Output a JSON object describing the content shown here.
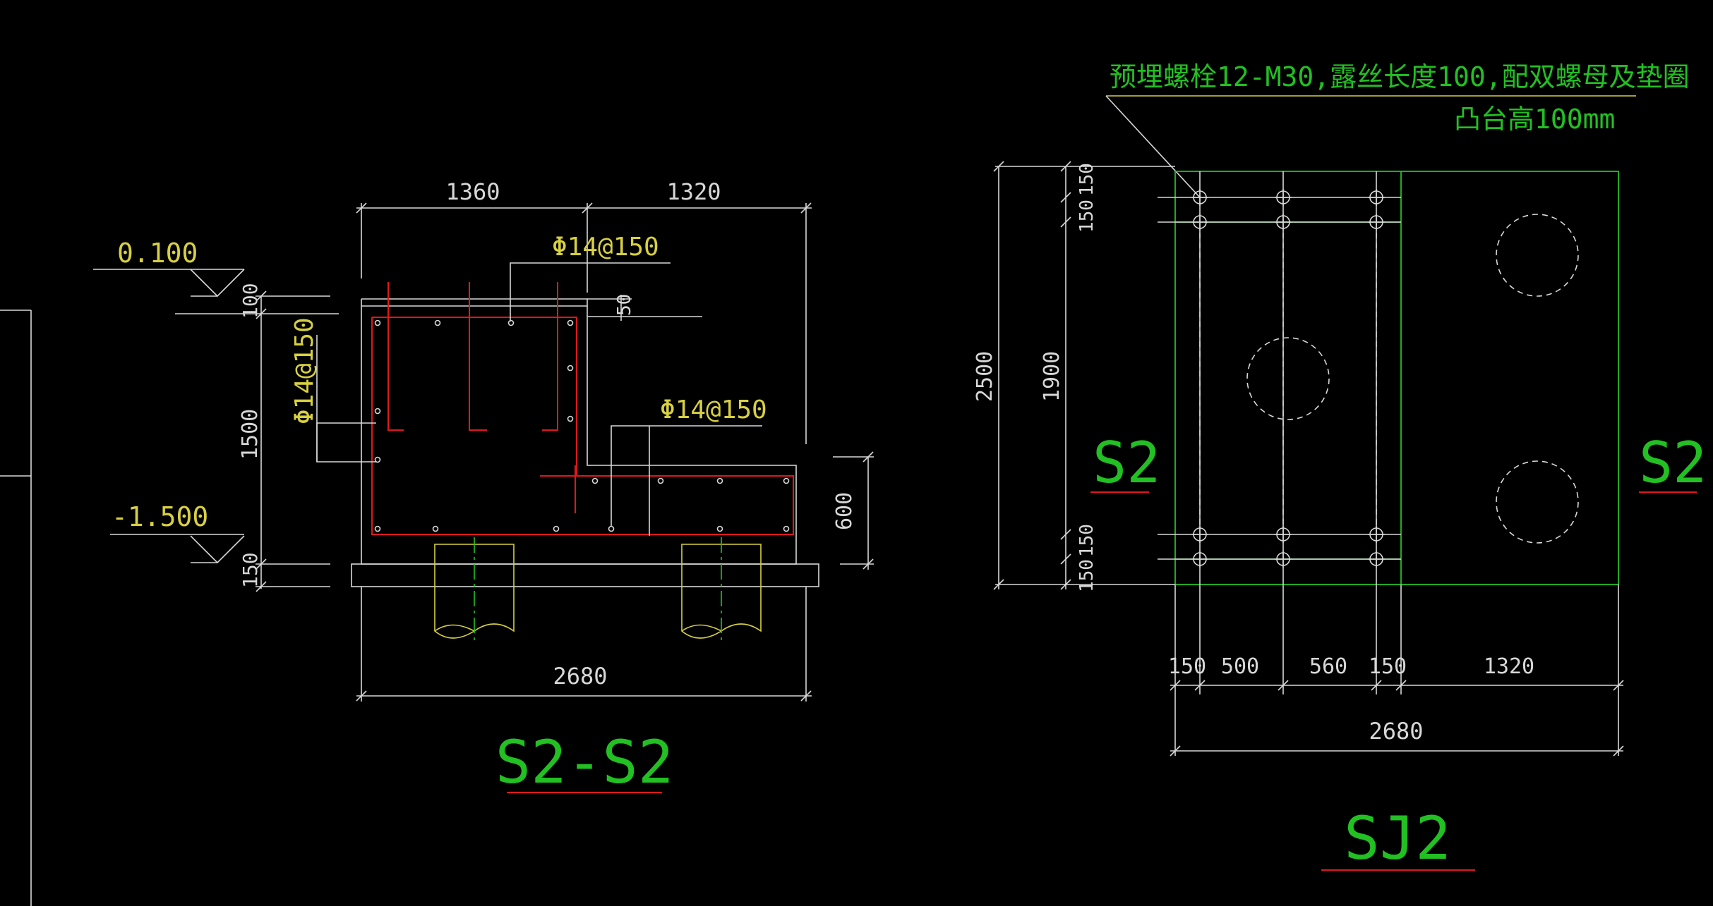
{
  "colors": {
    "background": "#000000",
    "dimension": "#d8d8d8",
    "annotation": "#d8d040",
    "outline": "#22c022",
    "rebar": "#e01818"
  },
  "section": {
    "top_left_dim": "1360",
    "top_right_dim": "1320",
    "rebar_top": "Φ14@150",
    "rebar_left": "Φ14@150",
    "rebar_right": "Φ14@150",
    "elev_top": "0.100",
    "elev_bottom": "-1.500",
    "dim_100": "100",
    "dim_1500": "1500",
    "dim_150": "150",
    "dim_50": "50",
    "dim_600": "600",
    "bottom_dim": "2680",
    "title": "S2-S2"
  },
  "plan": {
    "note_line1": "预埋螺栓12-M30,露丝长度100,配双螺母及垫圈",
    "note_line2": "凸台高100mm",
    "dim_2500": "2500",
    "dim_1900": "1900",
    "dim_150_a": "150",
    "dim_150_b": "150",
    "dim_150_c": "150",
    "dim_150_d": "150",
    "bottom_dims": [
      "150",
      "500",
      "560",
      "150",
      "1320"
    ],
    "total_dim": "2680",
    "section_mark_left": "S2",
    "section_mark_right": "S2",
    "title": "SJ2"
  }
}
